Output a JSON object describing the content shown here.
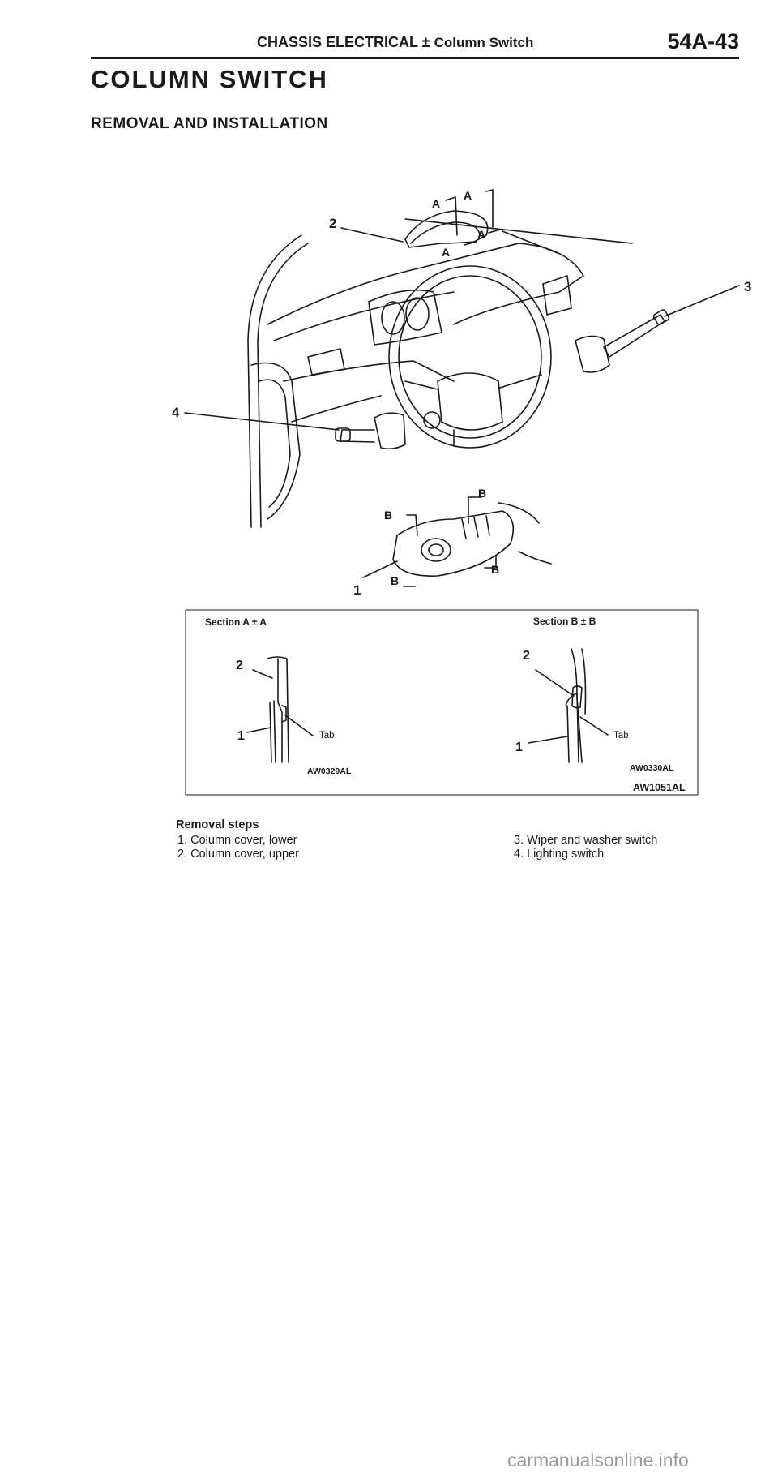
{
  "header": {
    "section": "CHASSIS ELECTRICAL ± ",
    "subsection": "Column Switch",
    "page_number": "54A-43"
  },
  "title": "COLUMN SWITCH",
  "subtitle": "REMOVAL AND INSTALLATION",
  "figure": {
    "callouts": [
      "1",
      "2",
      "3",
      "4"
    ],
    "section_markers": [
      "A",
      "B"
    ],
    "section_a": {
      "heading": "Section A ± A",
      "tab_label": "Tab",
      "code": "AW0329AL"
    },
    "section_b": {
      "heading": "Section B ± B",
      "tab_label": "Tab",
      "code": "AW0330AL"
    },
    "figure_code": "AW1051AL"
  },
  "removal": {
    "heading": "Removal steps",
    "steps": [
      "1. Column cover, lower",
      "2. Column cover, upper",
      "3. Wiper and washer switch",
      "4. Lighting switch"
    ]
  },
  "watermark": "carmanualsonline.info"
}
